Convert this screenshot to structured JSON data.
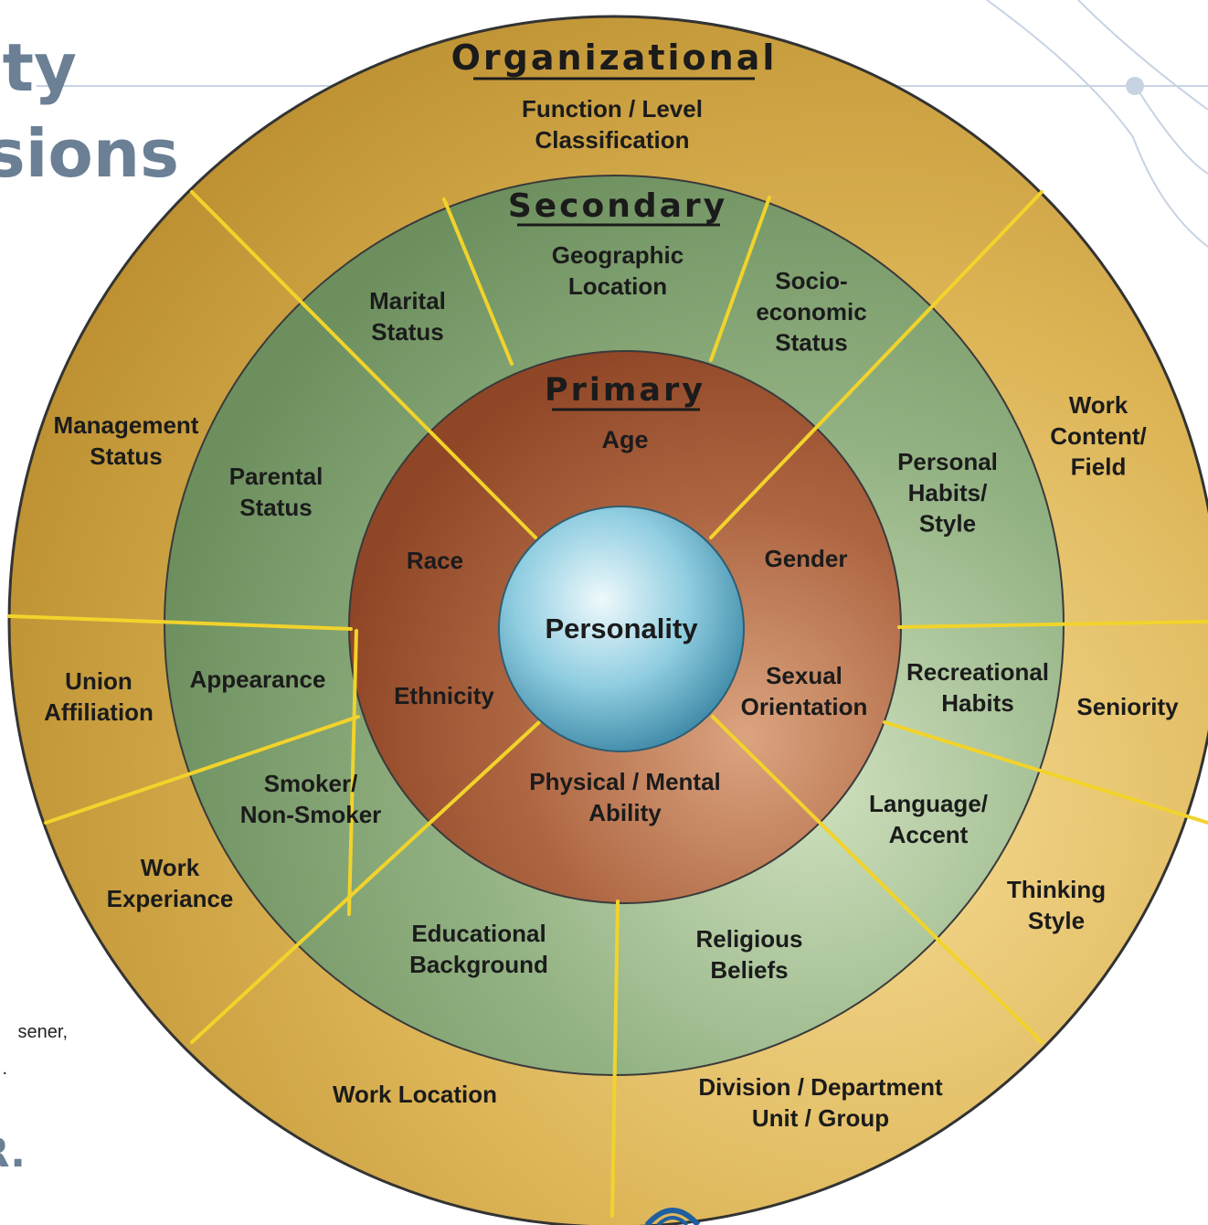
{
  "slide": {
    "title_fragment_1": "ty",
    "title_fragment_2": "sions",
    "credit_fragment_1": "sener,",
    "credit_fragment_2": ".",
    "footer_fragment": "R."
  },
  "wheel": {
    "center": "Personality",
    "primary": {
      "heading": "Primary",
      "segments": [
        {
          "id": "age",
          "lines": [
            "Age"
          ]
        },
        {
          "id": "gender",
          "lines": [
            "Gender"
          ]
        },
        {
          "id": "sexual-orientation",
          "lines": [
            "Sexual",
            "Orientation"
          ]
        },
        {
          "id": "physical-mental-ability",
          "lines": [
            "Physical / Mental",
            "Ability"
          ]
        },
        {
          "id": "ethnicity",
          "lines": [
            "Ethnicity"
          ]
        },
        {
          "id": "race",
          "lines": [
            "Race"
          ]
        }
      ]
    },
    "secondary": {
      "heading": "Secondary",
      "segments": [
        {
          "id": "geographic-location",
          "lines": [
            "Geographic",
            "Location"
          ]
        },
        {
          "id": "socio-economic-status",
          "lines": [
            "Socio-",
            "economic",
            "Status"
          ]
        },
        {
          "id": "personal-habits-style",
          "lines": [
            "Personal",
            "Habits/",
            "Style"
          ]
        },
        {
          "id": "recreational-habits",
          "lines": [
            "Recreational",
            "Habits"
          ]
        },
        {
          "id": "language-accent",
          "lines": [
            "Language/",
            "Accent"
          ]
        },
        {
          "id": "religious-beliefs",
          "lines": [
            "Religious",
            "Beliefs"
          ]
        },
        {
          "id": "educational-background",
          "lines": [
            "Educational",
            "Background"
          ]
        },
        {
          "id": "smoker-non-smoker",
          "lines": [
            "Smoker/",
            "Non-Smoker"
          ]
        },
        {
          "id": "appearance",
          "lines": [
            "Appearance"
          ]
        },
        {
          "id": "parental-status",
          "lines": [
            "Parental",
            "Status"
          ]
        },
        {
          "id": "marital-status",
          "lines": [
            "Marital",
            "Status"
          ]
        }
      ]
    },
    "organizational": {
      "heading": "Organizational",
      "segments": [
        {
          "id": "function-level-classification",
          "lines": [
            "Function / Level",
            "Classification"
          ]
        },
        {
          "id": "work-content-field",
          "lines": [
            "Work",
            "Content/",
            "Field"
          ]
        },
        {
          "id": "seniority",
          "lines": [
            "Seniority"
          ]
        },
        {
          "id": "thinking-style",
          "lines": [
            "Thinking",
            "Style"
          ]
        },
        {
          "id": "division-department-unit-group",
          "lines": [
            "Division / Department",
            "Unit / Group"
          ]
        },
        {
          "id": "work-location",
          "lines": [
            "Work Location"
          ]
        },
        {
          "id": "work-experiance",
          "lines": [
            "Work",
            "Experiance"
          ]
        },
        {
          "id": "union-affiliation",
          "lines": [
            "Union",
            "Affiliation"
          ]
        },
        {
          "id": "management-status",
          "lines": [
            "Management",
            "Status"
          ]
        }
      ]
    },
    "colors": {
      "organizational": "#c9a03c",
      "secondary": "#7d9e6e",
      "primary": "#9c5534",
      "center": "#7ec2d4",
      "divider": "#f2d32b"
    }
  }
}
